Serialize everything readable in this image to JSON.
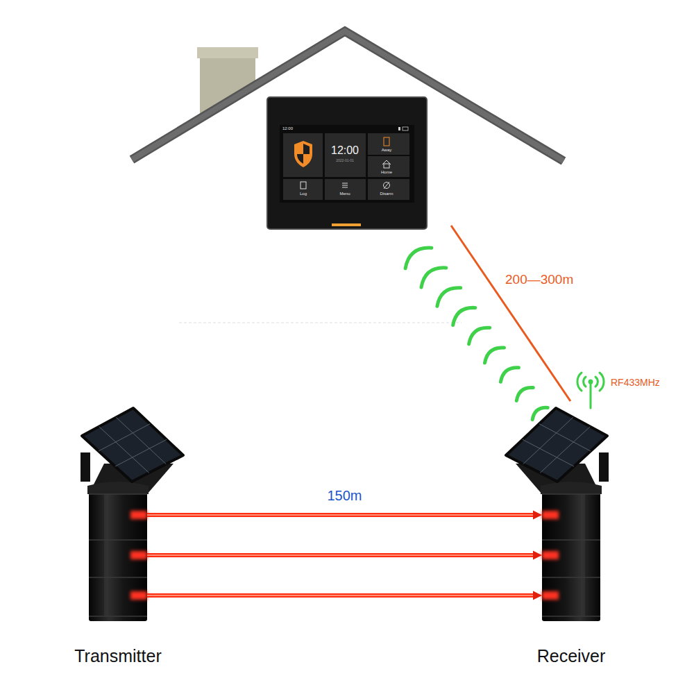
{
  "diagram": {
    "nodes": [
      {
        "text": [
          "12:00",
          "12:00",
          "2022-01-01",
          "Away",
          "Home",
          "Log",
          "Menu",
          "Disarm"
        ]
      },
      {
        "text": [
          "Transmitter"
        ]
      },
      {
        "text": [
          "Receiver"
        ]
      }
    ],
    "edges": [
      {
        "from": 1,
        "to": 2,
        "arrow": "to",
        "label": "150m"
      },
      {
        "from": 1,
        "to": 2,
        "arrow": "to"
      },
      {
        "from": 1,
        "to": 2,
        "arrow": "to"
      }
    ],
    "labels": [
      "200—300m",
      "RF433MHz"
    ]
  }
}
